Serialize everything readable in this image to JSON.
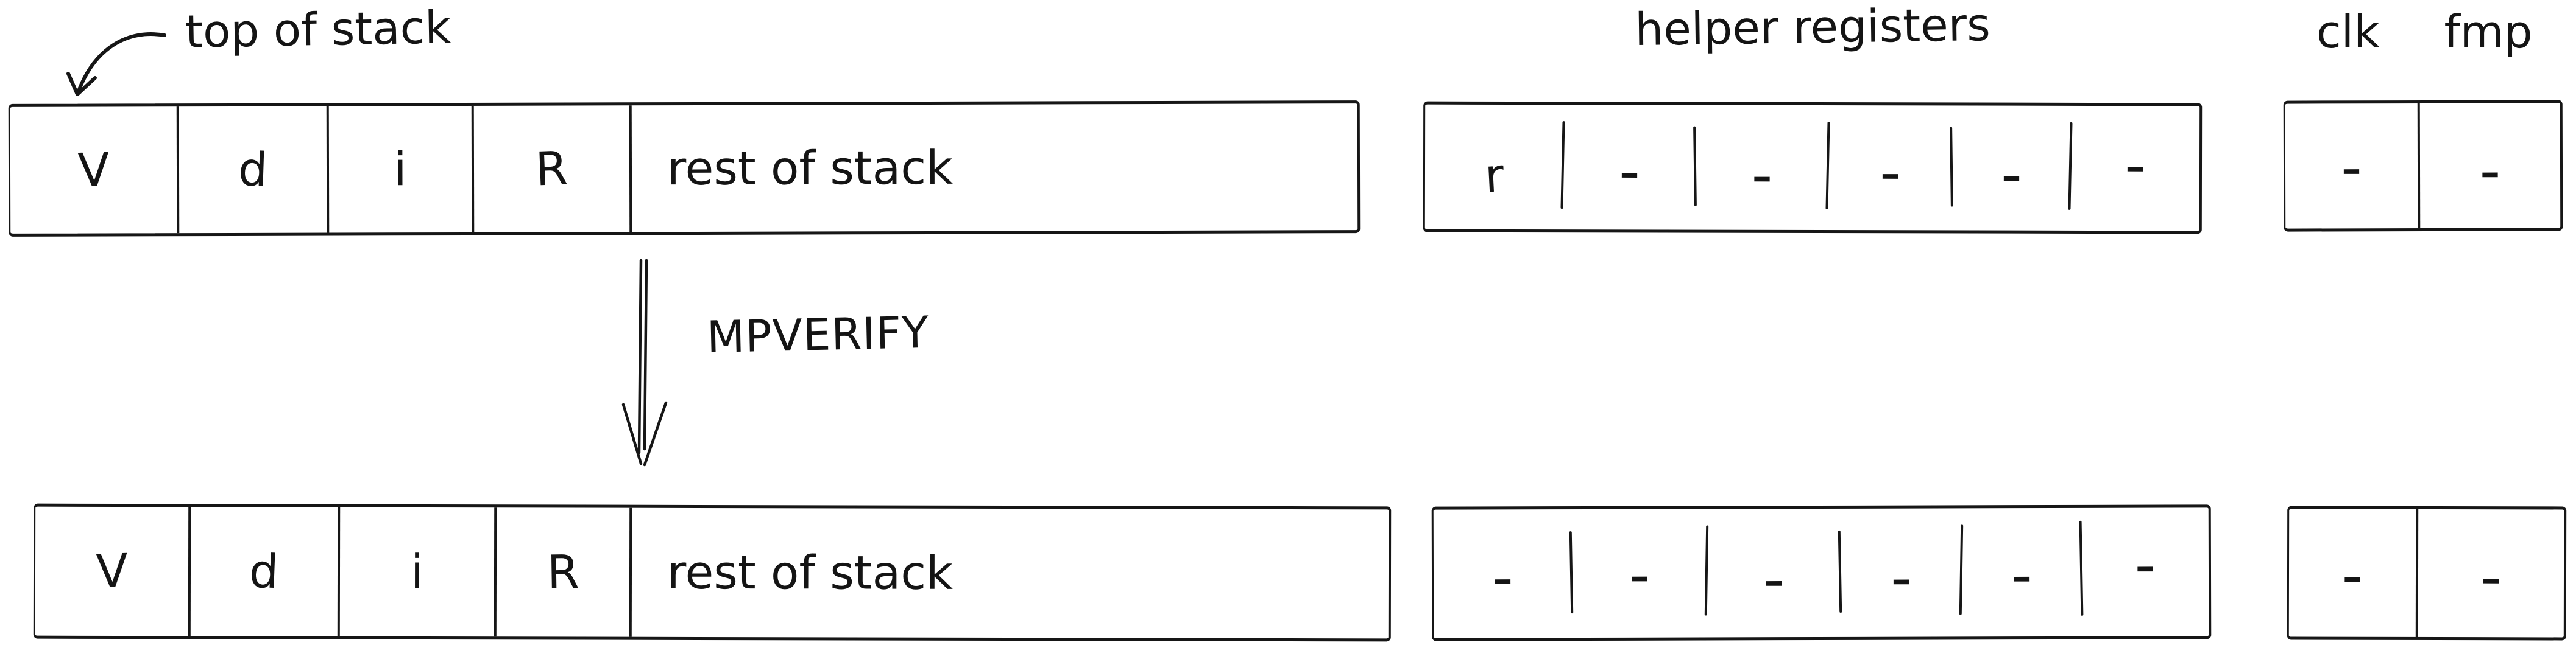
{
  "colors": {
    "ink": "#161616",
    "paper": "#ffffff"
  },
  "labels": {
    "top_of_stack": "top of stack",
    "operation": "MPVERIFY",
    "helper_registers": "helper registers",
    "clk": "clk",
    "fmp": "fmp"
  },
  "icons": {
    "top_of_stack_pointer": "curved-arrow",
    "transition": "double-line-down-arrow"
  },
  "before": {
    "stack": [
      "V",
      "d",
      "i",
      "R",
      "rest of stack"
    ],
    "helpers": [
      "r",
      "-",
      "-",
      "-",
      "-",
      "-"
    ],
    "clk": "-",
    "fmp": "-"
  },
  "after": {
    "stack": [
      "V",
      "d",
      "i",
      "R",
      "rest of stack"
    ],
    "helpers": [
      "-",
      "-",
      "-",
      "-",
      "-",
      "-"
    ],
    "clk": "-",
    "fmp": "-"
  }
}
